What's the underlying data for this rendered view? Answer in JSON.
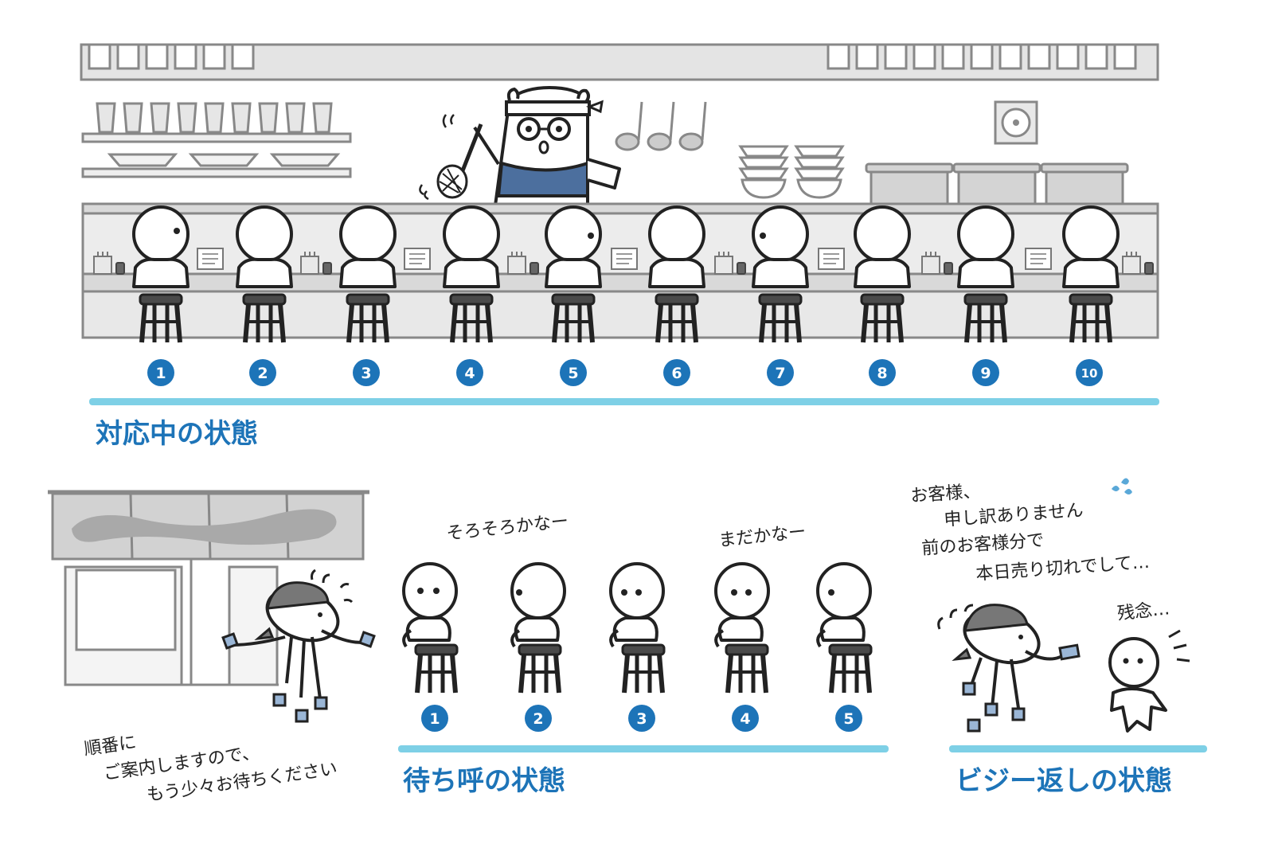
{
  "sections": {
    "serving": {
      "caption": "対応中の状態",
      "seats": [
        "1",
        "2",
        "3",
        "4",
        "5",
        "6",
        "7",
        "8",
        "9",
        "10"
      ]
    },
    "waiting": {
      "caption": "待ち呼の状態",
      "seats": [
        "1",
        "2",
        "3",
        "4",
        "5"
      ],
      "speech_left": "そろそろかなー",
      "speech_right": "まだかなー"
    },
    "busy": {
      "caption": "ビジー返しの状態",
      "staff_speech": [
        "お客様、",
        "申し訳ありません",
        "前のお客様分で",
        "本日売り切れでして…"
      ],
      "customer_speech": "残念…"
    }
  },
  "staff_guide_speech": [
    "順番に",
    "ご案内しますので、",
    "もう少々お待ちください"
  ],
  "colors": {
    "accent_blue": "#1d74b8",
    "rule_cyan": "#7ed0e6",
    "counter_gray": "#d9d9d9",
    "apron_blue": "#4c6f9e"
  }
}
